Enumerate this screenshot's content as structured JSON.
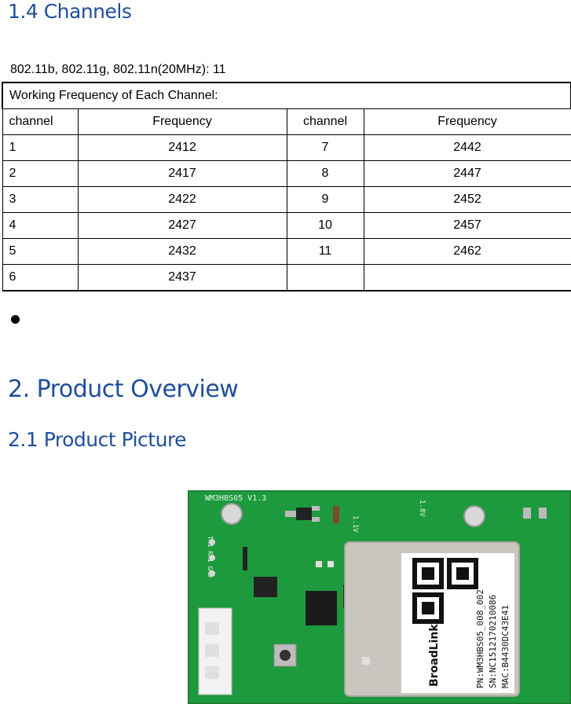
{
  "headings": {
    "s14": "1.4 Channels",
    "s2": "2. Product Overview",
    "s21": "2.1 Product Picture"
  },
  "intro": "802.11b, 802.11g, 802.11n(20MHz): 11",
  "table": {
    "caption": "Working Frequency of Each Channel:",
    "headers": [
      "channel",
      "Frequency",
      "channel",
      "Frequency"
    ],
    "rows": [
      [
        "1",
        "2412",
        "7",
        "2442"
      ],
      [
        "2",
        "2417",
        "8",
        "2447"
      ],
      [
        "3",
        "2422",
        "9",
        "2452"
      ],
      [
        "4",
        "2427",
        "10",
        "2457"
      ],
      [
        "5",
        "2432",
        "11",
        "2462"
      ],
      [
        "6",
        "2437",
        "",
        ""
      ]
    ]
  },
  "board": {
    "silkscreen_top": "WM3HBS05 V1.3",
    "voltage_label": "1.8V",
    "label_1v": "1.1V",
    "label_pins": "TX1 RX1 GND",
    "brand": "BroadLink",
    "pn": "PN:WM3HBS05_008_002",
    "sn": "SN:NC1512170210086",
    "mac": "MAC:B4430DC43E41",
    "pcb_color": "#1e9a3e",
    "shield_color": "#c9c6c0"
  }
}
